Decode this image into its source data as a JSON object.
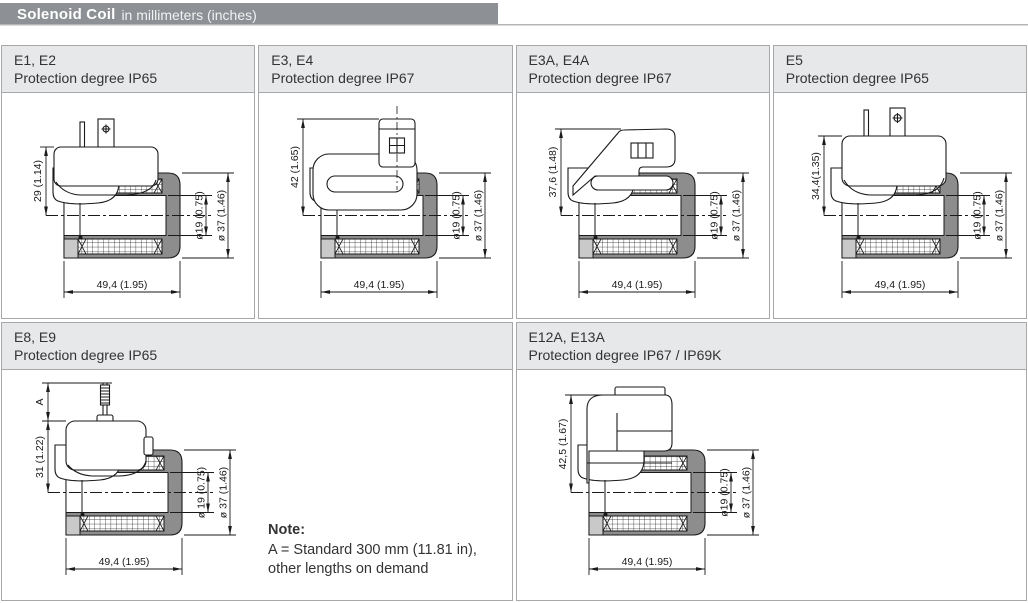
{
  "header": {
    "title": "Solenoid Coil",
    "subtitle": "in millimeters (inches)"
  },
  "tiles": [
    {
      "models": "E1, E2",
      "protection": "Protection degree IP65",
      "dims": {
        "height": "29 (1.14)",
        "width": "49,4 (1.95)",
        "inner_dia": "ø19 (0.75)",
        "outer_dia": "ø 37 (1.46)"
      }
    },
    {
      "models": "E3, E4",
      "protection": "Protection degree IP67",
      "dims": {
        "height": "42 (1.65)",
        "width": "49,4 (1.95)",
        "inner_dia": "ø19 (0.75)",
        "outer_dia": "ø 37 (1.46)"
      }
    },
    {
      "models": "E3A, E4A",
      "protection": "Protection degree IP67",
      "dims": {
        "height": "37,6 (1.48)",
        "width": "49,4 (1.95)",
        "inner_dia": "ø19 (0.75)",
        "outer_dia": "ø 37 (1.46)"
      }
    },
    {
      "models": "E5",
      "protection": "Protection degree IP65",
      "dims": {
        "height": "34,4(1.35)",
        "width": "49,4 (1.95)",
        "inner_dia": "ø19 (0.75)",
        "outer_dia": "ø 37 (1.46)"
      }
    },
    {
      "models": "E8, E9",
      "protection": "Protection degree IP65",
      "dims": {
        "height": "31 (1.22)",
        "width": "49,4 (1.95)",
        "inner_dia": "ø 19 (0.75)",
        "outer_dia": "ø 37 (1.46)",
        "cable": "A"
      }
    },
    {
      "models": "E12A, E13A",
      "protection": "Protection degree IP67 / IP69K",
      "dims": {
        "height": "42,5 (1.67)",
        "width": "49,4 (1.95)",
        "inner_dia": "ø19 (0.75)",
        "outer_dia": "ø 37 (1.46)"
      }
    }
  ],
  "note": {
    "label": "Note:",
    "line1": "A = Standard 300 mm (11.81 in),",
    "line2": "other lengths on demand"
  },
  "colors": {
    "header_bg": "#8d9094",
    "tile_head_bg": "#e7e8ea",
    "border": "#a6a8aa",
    "shell_gray": "#8d8d8d",
    "corner_gray": "#c9c9c9"
  }
}
